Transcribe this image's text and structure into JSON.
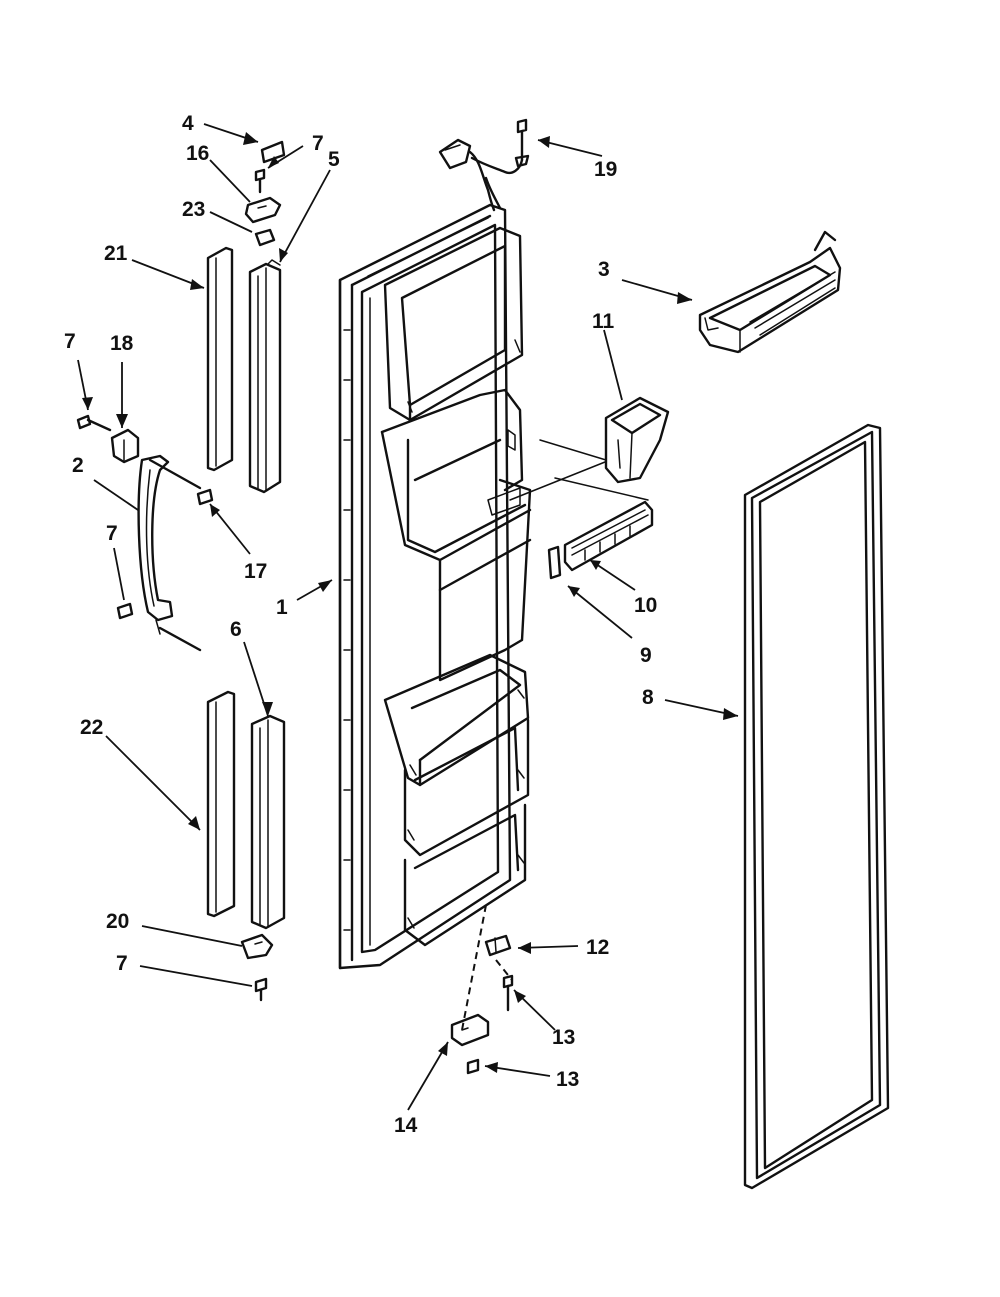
{
  "diagram": {
    "type": "exploded-parts-view",
    "callouts": [
      {
        "id": "c1",
        "label": "1"
      },
      {
        "id": "c2",
        "label": "2"
      },
      {
        "id": "c3",
        "label": "3"
      },
      {
        "id": "c4",
        "label": "4"
      },
      {
        "id": "c5",
        "label": "5"
      },
      {
        "id": "c6",
        "label": "6"
      },
      {
        "id": "c7a",
        "label": "7"
      },
      {
        "id": "c7b",
        "label": "7"
      },
      {
        "id": "c7c",
        "label": "7"
      },
      {
        "id": "c7d",
        "label": "7"
      },
      {
        "id": "c8",
        "label": "8"
      },
      {
        "id": "c9",
        "label": "9"
      },
      {
        "id": "c10",
        "label": "10"
      },
      {
        "id": "c11",
        "label": "11"
      },
      {
        "id": "c12",
        "label": "12"
      },
      {
        "id": "c13a",
        "label": "13"
      },
      {
        "id": "c13b",
        "label": "13"
      },
      {
        "id": "c14",
        "label": "14"
      },
      {
        "id": "c16",
        "label": "16"
      },
      {
        "id": "c17",
        "label": "17"
      },
      {
        "id": "c18",
        "label": "18"
      },
      {
        "id": "c19",
        "label": "19"
      },
      {
        "id": "c20",
        "label": "20"
      },
      {
        "id": "c21",
        "label": "21"
      },
      {
        "id": "c22",
        "label": "22"
      },
      {
        "id": "c23",
        "label": "23"
      }
    ]
  }
}
